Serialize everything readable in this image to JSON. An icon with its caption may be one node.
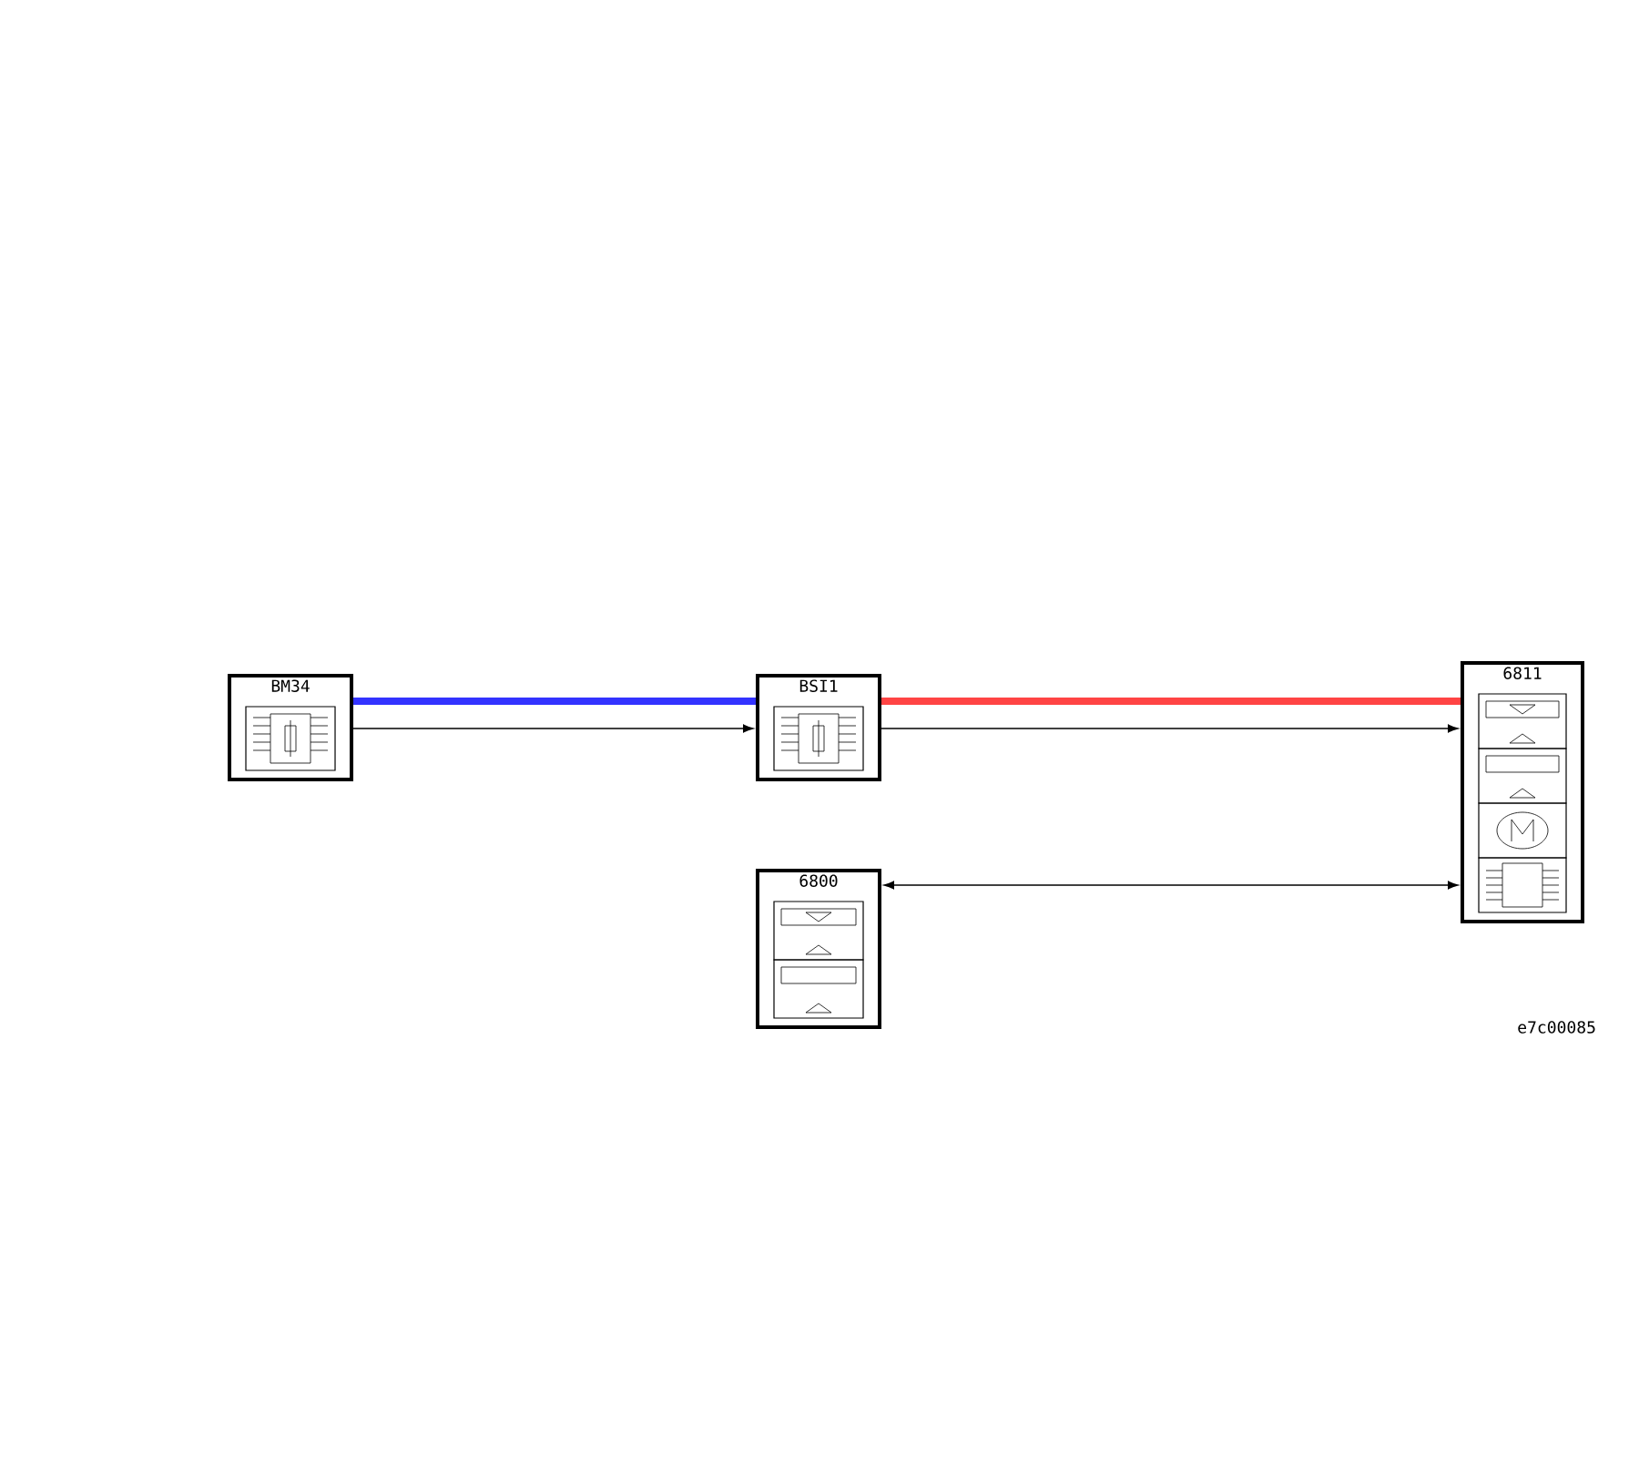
{
  "diagram": {
    "nodes": [
      {
        "text": [
          "BM34"
        ]
      },
      {
        "text": [
          "BSI1"
        ]
      },
      {
        "text": [
          "6811"
        ]
      },
      {
        "text": [
          "6800"
        ]
      }
    ],
    "edges": [
      {
        "from": 0,
        "to": 1,
        "arrow": "none",
        "style": "thick",
        "color": "#3333ff"
      },
      {
        "from": 0,
        "to": 1,
        "arrow": "to"
      },
      {
        "from": 1,
        "to": 2,
        "arrow": "none",
        "style": "thick",
        "color": "#ff4444"
      },
      {
        "from": 1,
        "to": 2,
        "arrow": "to"
      },
      {
        "from": 3,
        "to": 2,
        "arrow": "both"
      }
    ],
    "labels": [
      "e7c00085"
    ]
  }
}
